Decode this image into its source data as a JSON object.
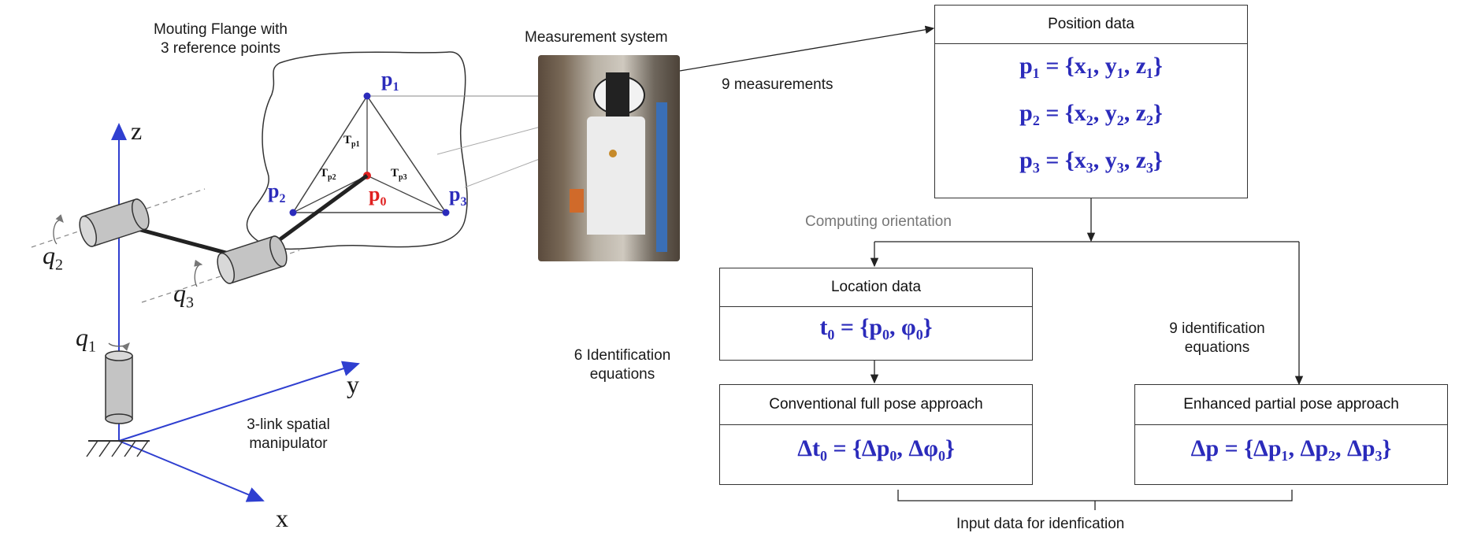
{
  "flange_label": [
    "Mouting Flange with",
    "3 reference points"
  ],
  "measurement_label": "Measurement system",
  "measurements_label": "9 measurements",
  "manipulator_label": [
    "3-link spatial",
    "manipulator"
  ],
  "axes": {
    "z": "z",
    "y": "y",
    "x": "x"
  },
  "joints": {
    "q1": "q",
    "q1_sub": "1",
    "q2": "q",
    "q2_sub": "2",
    "q3": "q",
    "q3_sub": "3"
  },
  "points": {
    "p1": "p",
    "p1_sub": "1",
    "p2": "p",
    "p2_sub": "2",
    "p3": "p",
    "p3_sub": "3",
    "p0": "p",
    "p0_sub": "0",
    "tp1": "T",
    "tp1_sub": "p1",
    "tp2": "T",
    "tp2_sub": "p2",
    "tp3": "T",
    "tp3_sub": "p3"
  },
  "position_box": {
    "title": "Position data",
    "eq1": "p₁ = {x₁, y₁, z₁}",
    "eq2": "p₂ = {x₂, y₂, z₂}",
    "eq3": "p₃ = {x₃, y₃, z₃}"
  },
  "computing_label": "Computing orientation",
  "location_box": {
    "title": "Location data",
    "eq": "t₀ = {p₀, φ₀}"
  },
  "six_eq_label": [
    "6 Identification",
    "equations"
  ],
  "nine_eq_label": [
    "9 identification",
    "equations"
  ],
  "conventional_box": {
    "title": "Conventional full pose approach",
    "eq": "Δt₀ = {Δp₀, Δφ₀}"
  },
  "enhanced_box": {
    "title": "Enhanced partial pose approach",
    "eq": "Δp = {Δp₁, Δp₂, Δp₃}"
  },
  "input_label": "Input data for idenfication",
  "colors": {
    "accent_blue": "#2b2bbb",
    "axis_blue": "#2f3fd0",
    "point_red": "#e02020",
    "gray_text": "#777777"
  }
}
